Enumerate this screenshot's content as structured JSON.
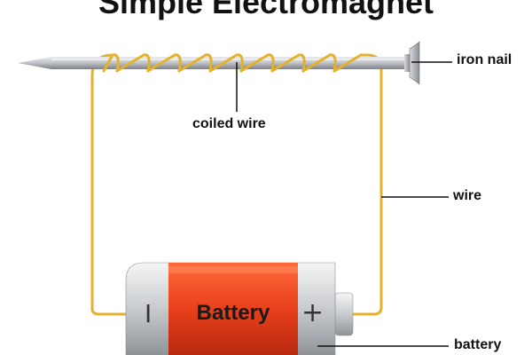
{
  "diagram": {
    "title": "Simple Electromagnet",
    "labels": {
      "iron_nail": "iron nail",
      "coiled_wire": "coiled wire",
      "wire": "wire",
      "battery": "battery"
    },
    "battery": {
      "text": "Battery",
      "negative_sign": "I",
      "positive_sign": "+"
    },
    "colors": {
      "wire": "#e8b62c",
      "battery_body": "#e8401c",
      "nail": "#b9bcc0"
    }
  }
}
